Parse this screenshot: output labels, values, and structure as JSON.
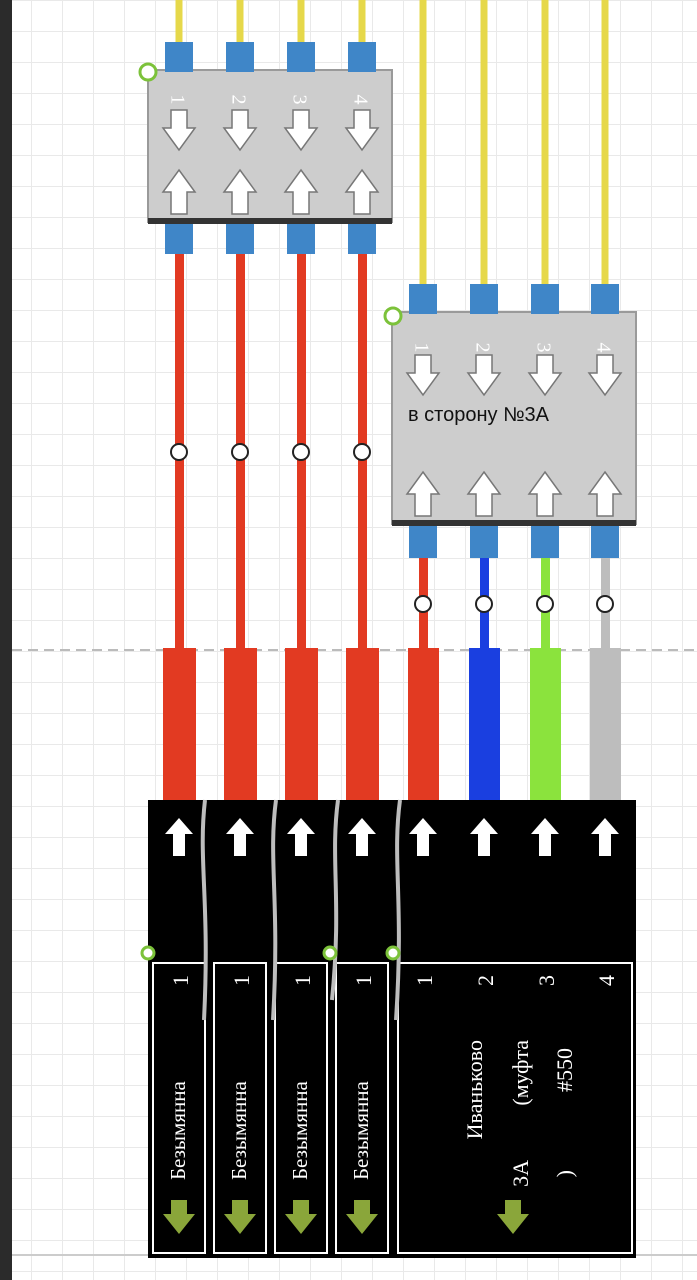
{
  "splitter_top": {
    "ports": [
      "1",
      "2",
      "3",
      "4"
    ]
  },
  "splitter_right": {
    "ports": [
      "1",
      "2",
      "3",
      "4"
    ],
    "label": "в сторону №3А"
  },
  "connector": {
    "left_boxes": [
      {
        "num": "1",
        "name": "Безымянна"
      },
      {
        "num": "1",
        "name": "Безымянна"
      },
      {
        "num": "1",
        "name": "Безымянна"
      },
      {
        "num": "1",
        "name": "Безымянна"
      }
    ],
    "right_box": {
      "nums": [
        "1",
        "2",
        "3",
        "4"
      ],
      "line1": "Иваньково",
      "line2": "(муфта",
      "line3": "#550",
      "line4": "3А",
      "line5": ")"
    }
  },
  "colors": {
    "yellow_cable": "#e6d84a",
    "red_fiber": "#e23a22",
    "blue_fiber": "#1a3fe0",
    "green_fiber": "#8be33d",
    "grey_fiber": "#bdbdbd",
    "splitter_body": "#cdcdcd",
    "port_blue": "#3f86c8",
    "arrow_green": "#8aa63a"
  }
}
